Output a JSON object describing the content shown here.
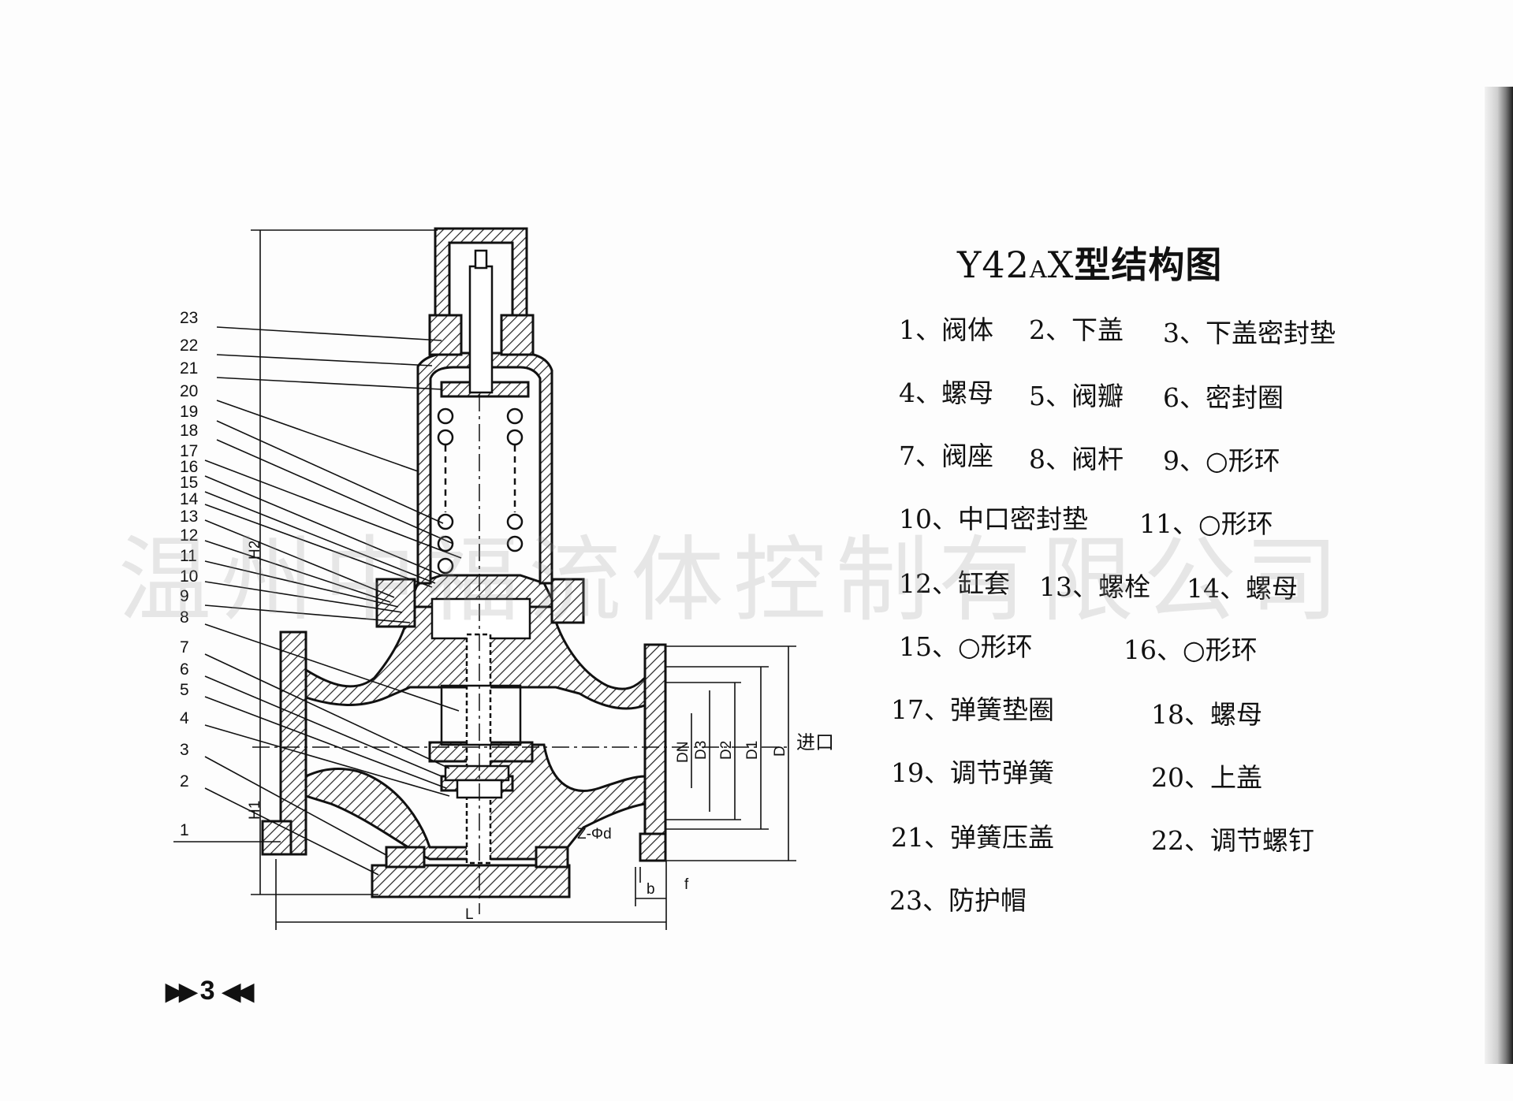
{
  "title": {
    "main": "Y42",
    "sub": "A",
    "x": "X",
    "cn": "型结构图"
  },
  "parts": [
    "1、阀体",
    "2、下盖",
    "3、下盖密封垫",
    "4、螺母",
    "5、阀瓣",
    "6、密封圈",
    "7、阀座",
    "8、阀杆",
    "9、○形环",
    "10、中口密封垫",
    "11、○形环",
    "12、缸套",
    "13、螺栓",
    "14、螺母",
    "15、○形环",
    "16、○形环",
    "17、弹簧垫圈",
    "18、螺母",
    "19、调节弹簧",
    "20、上盖",
    "21、弹簧压盖",
    "22、调节螺钉",
    "23、防护帽"
  ],
  "callouts": [
    "23",
    "22",
    "21",
    "20",
    "19",
    "18",
    "17",
    "16",
    "15",
    "14",
    "13",
    "12",
    "11",
    "10",
    "9",
    "8",
    "7",
    "6",
    "5",
    "4",
    "3",
    "2",
    "1"
  ],
  "dims": {
    "H2": "H2",
    "H1": "H1",
    "L": "L",
    "b": "b",
    "f": "f",
    "DN": "DN",
    "D3": "D3",
    "D2": "D2",
    "D1": "D1",
    "D": "D",
    "zd": "Z-Φd",
    "inlet": "进口"
  },
  "watermark": "温州中福流体控制有限公司",
  "page_number": "3",
  "colors": {
    "ink": "#111111",
    "hatch": "#222222",
    "watermark": "#969696"
  }
}
